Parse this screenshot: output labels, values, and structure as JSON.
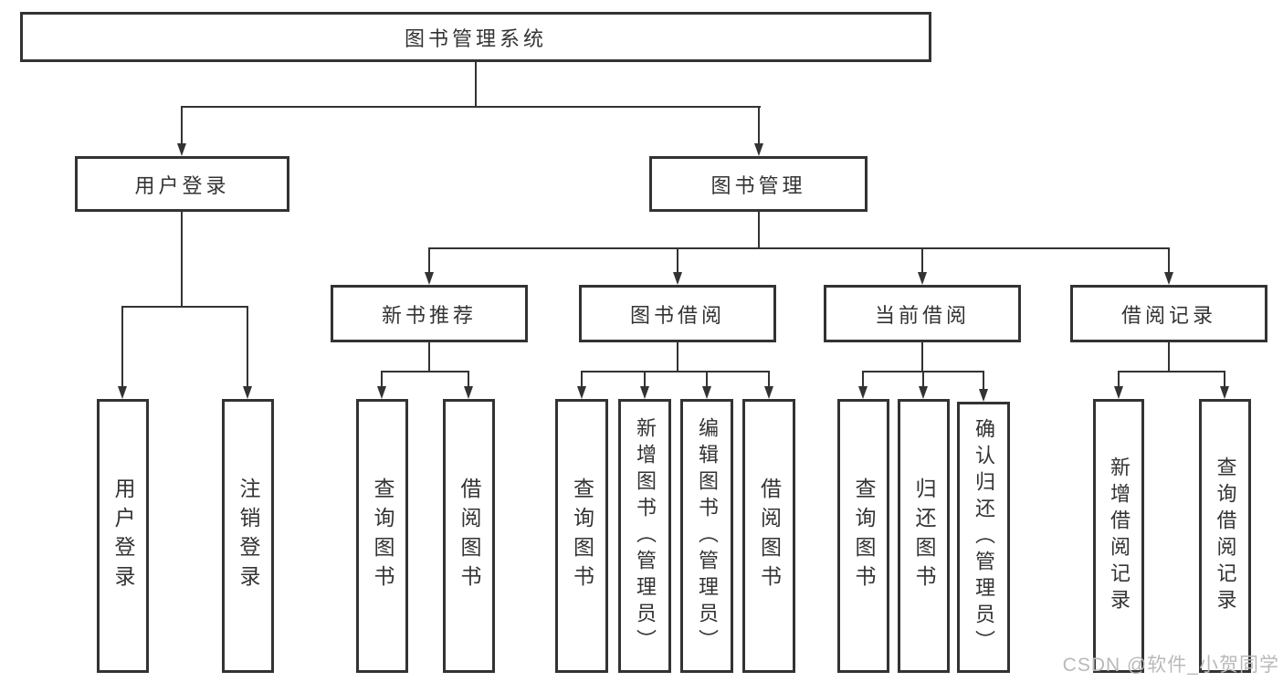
{
  "colors": {
    "line": "#333333",
    "box_border": "#333333",
    "text": "#333333",
    "watermark_text": "#b9b9b9",
    "background": "#ffffff"
  },
  "tree": {
    "root": "图书管理系统",
    "level2": [
      "用户登录",
      "图书管理"
    ],
    "level3": [
      "新书推荐",
      "图书借阅",
      "当前借阅",
      "借阅记录"
    ],
    "leaves": {
      "user_login": [
        "用户登录",
        "注销登录"
      ],
      "new_rec": [
        "查询图书",
        "借阅图书"
      ],
      "book_borrow": [
        "查询图书",
        "新增图书（管理员）",
        "编辑图书（管理员）",
        "借阅图书"
      ],
      "current_borrow": [
        "查询图书",
        "归还图书",
        "确认归还（管理员）"
      ],
      "borrow_record": [
        "新增借阅记录",
        "查询借阅记录"
      ]
    }
  },
  "watermark": "CSDN @软件_小贺同学"
}
